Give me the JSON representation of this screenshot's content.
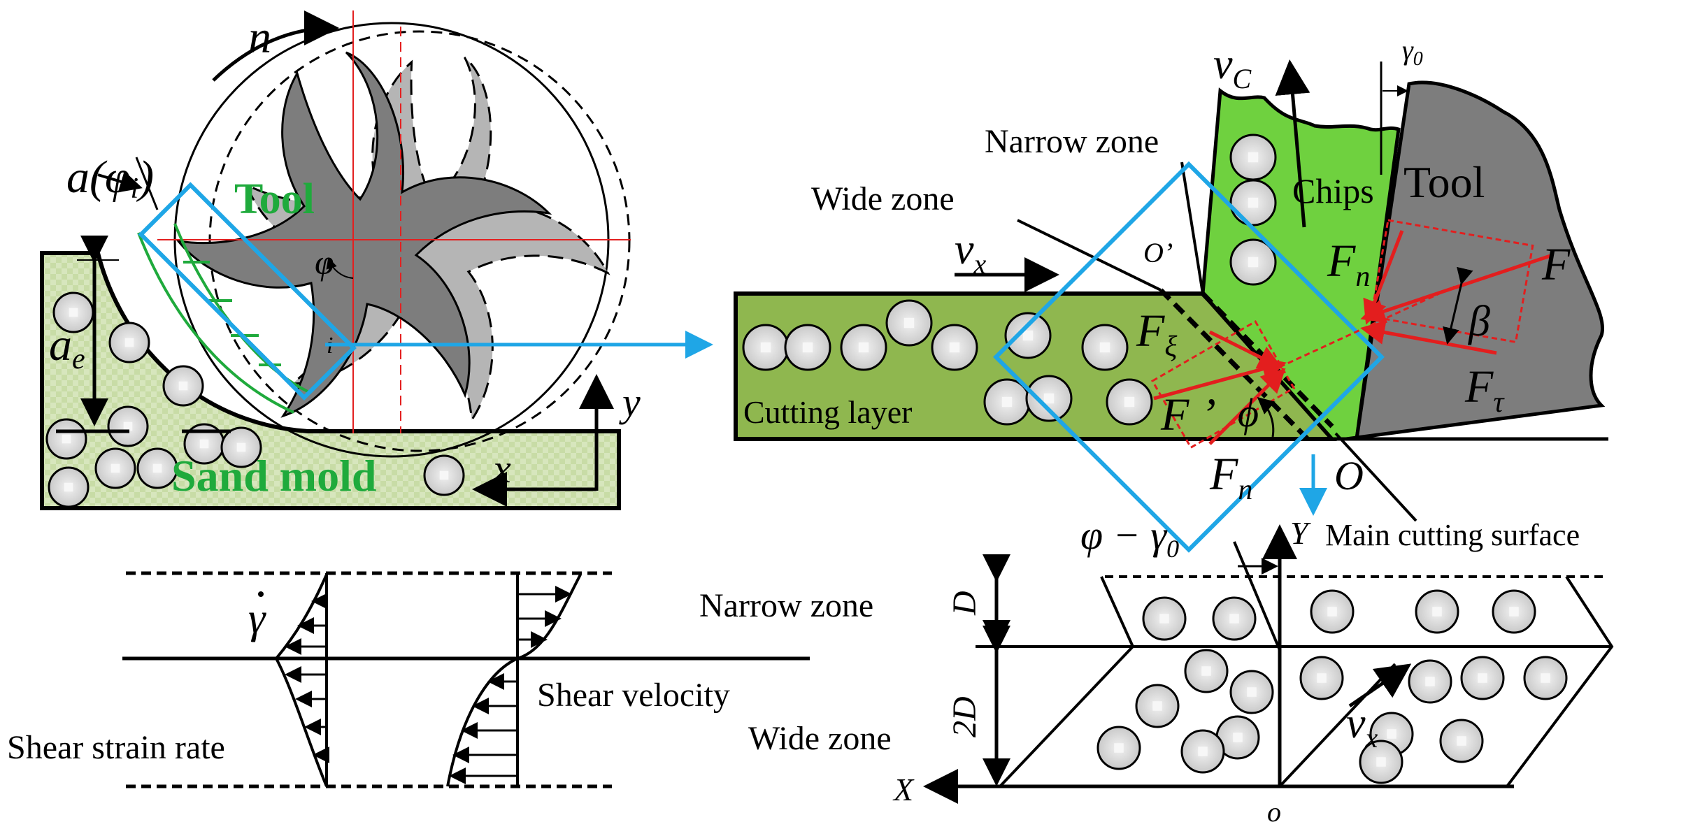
{
  "colors": {
    "sand": "#d7e6bd",
    "cutting_layer": "#8fb74f",
    "chips": "#6fd13f",
    "tool_dark": "#7d7d7d",
    "tool_light": "#b5b5b5",
    "blue": "#1fa6e6",
    "red_axes": "#e32020",
    "red_force": "#e31e1e",
    "green_label": "#1faa3c",
    "grain_fill": "#d6d6d6"
  },
  "left_panel": {
    "speed_n": "n",
    "rake_a": "a",
    "rake_phi": "(φ",
    "rake_i": "i",
    "rake_close": ")",
    "tool_label": "Tool",
    "phi": "φ",
    "i_sub": "i",
    "ae": "a",
    "ae_sub": "e",
    "axis_y": "y",
    "axis_x": "x",
    "sand_label": "Sand mold"
  },
  "right_panel": {
    "vc": "v",
    "vc_sub": "C",
    "gamma0": "γ",
    "gamma0_sub": "0",
    "narrow_zone": "Narrow zone",
    "wide_zone": "Wide zone",
    "chips": "Chips",
    "tool": "Tool",
    "vx": "v",
    "vx_sub": "x",
    "o_prime": "O’",
    "fn_top": "F",
    "fn_top_sub": "n",
    "force_f": "F",
    "beta": "β",
    "f_xi": "F",
    "f_xi_sub": "ξ",
    "f_tau": "F",
    "f_tau_sub": "τ",
    "cutting_layer": "Cutting layer",
    "f_prime": "F ’",
    "phi_angle": "ϕ",
    "fn_bottom": "F",
    "fn_bottom_sub": "n",
    "o": "O",
    "main_cutting_surface": "Main cutting surface"
  },
  "bottom_left": {
    "gamma_dot": "γ",
    "shear_velocity": "Shear velocity",
    "shear_strain_rate": "Shear strain rate"
  },
  "bottom_right": {
    "phi_minus_gamma": "φ − γ",
    "phi_minus_gamma_sub": "0",
    "axis_Y": "Y",
    "narrow_zone": "Narrow zone",
    "D": "D",
    "two_D": "2D",
    "wide_zone": "Wide zone",
    "vx": "v",
    "vx_sub": "x",
    "axis_X": "X",
    "origin": "o"
  }
}
